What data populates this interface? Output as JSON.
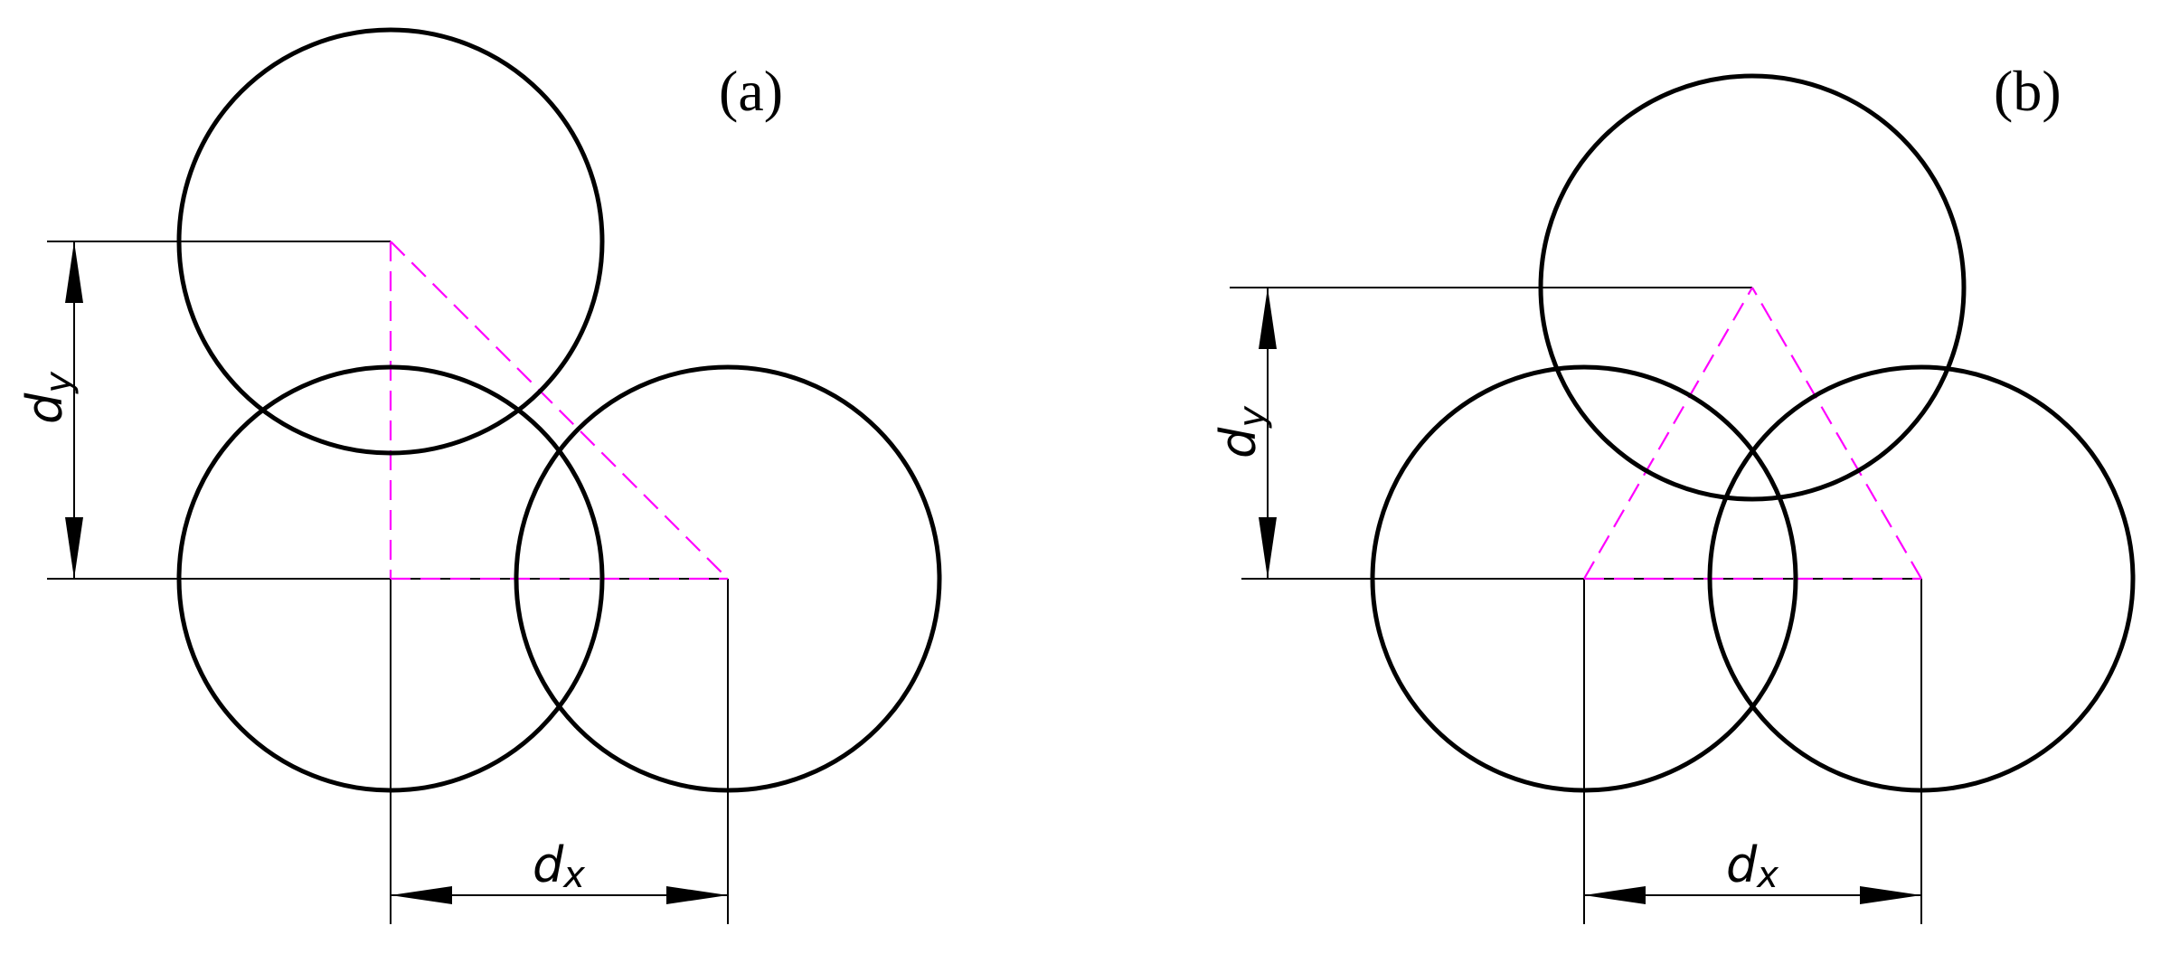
{
  "figure": {
    "panel_a": {
      "label": "(a)",
      "dy_symbol": "d",
      "dy_subscript": "y",
      "dx_symbol": "d",
      "dx_subscript": "x"
    },
    "panel_b": {
      "label": "(b)",
      "dy_symbol": "d",
      "dy_subscript": "y",
      "dx_symbol": "d",
      "dx_subscript": "x"
    }
  },
  "colors": {
    "circle_stroke": "#000000",
    "construction_dash": "#ff00ff"
  }
}
